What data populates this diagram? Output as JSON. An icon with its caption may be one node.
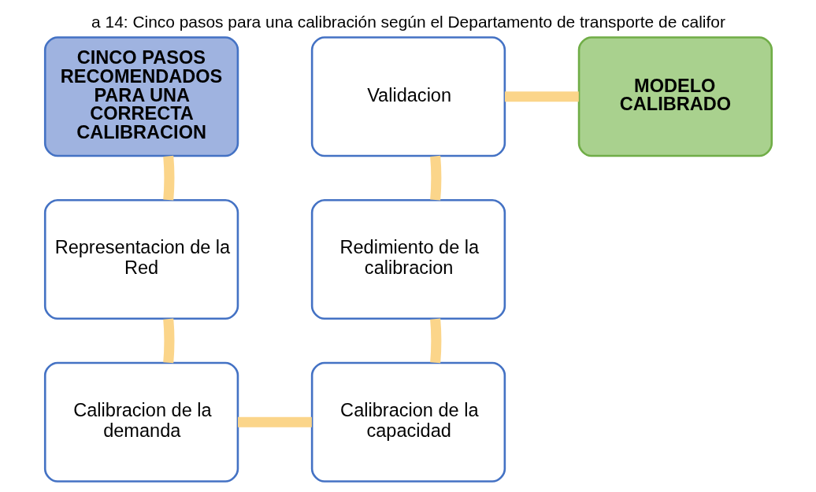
{
  "diagram": {
    "title": "a 14: Cinco pasos para una calibración según el Departamento de transporte de califor",
    "nodes": [
      {
        "text": [
          "CINCO PASOS RECOMENDADOS PARA UNA CORRECTA CALIBRACION"
        ]
      },
      {
        "text": [
          "Representacion de la Red"
        ]
      },
      {
        "text": [
          "Calibracion de la demanda"
        ]
      },
      {
        "text": [
          "Calibracion de la capacidad"
        ]
      },
      {
        "text": [
          "Redimiento de la calibracion"
        ]
      },
      {
        "text": [
          "Validacion"
        ]
      },
      {
        "text": [
          "MODELO CALIBRADO"
        ]
      }
    ],
    "edges": [
      {
        "from": 0,
        "to": 1,
        "arrow": "none"
      },
      {
        "from": 1,
        "to": 2,
        "arrow": "none"
      },
      {
        "from": 2,
        "to": 3,
        "arrow": "none"
      },
      {
        "from": 3,
        "to": 4,
        "arrow": "none"
      },
      {
        "from": 4,
        "to": 5,
        "arrow": "none"
      },
      {
        "from": 5,
        "to": 6,
        "arrow": "none"
      }
    ]
  }
}
